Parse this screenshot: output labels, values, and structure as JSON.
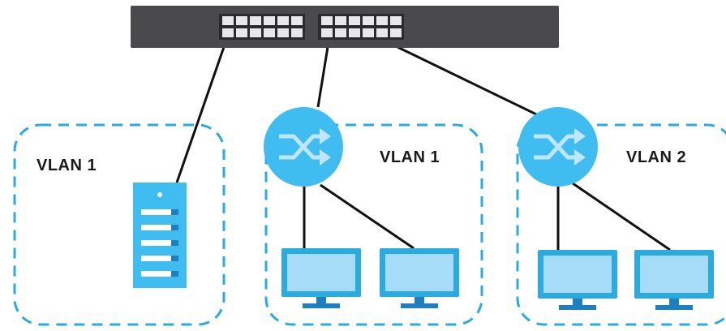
{
  "colors": {
    "switch_body": "#4a4a4d",
    "switch_port": "#e8e8e8",
    "cable": "#111111",
    "vlan_border": "#29abe2",
    "router_fill": "#3fbdf0",
    "router_arrow": "#bfe6fa",
    "server_fill": "#3fbdf0",
    "server_dark": "#1e7fbf",
    "monitor_frame": "#29abe2",
    "monitor_screen": "#a6dcf7",
    "monitor_stand": "#1e7fbf"
  },
  "icons": {
    "switch": "network-switch-icon",
    "router": "router-icon",
    "server": "server-icon",
    "monitor": "monitor-icon"
  },
  "vlans": [
    {
      "label": "VLAN 1"
    },
    {
      "label": "VLAN 1"
    },
    {
      "label": "VLAN 2"
    }
  ]
}
